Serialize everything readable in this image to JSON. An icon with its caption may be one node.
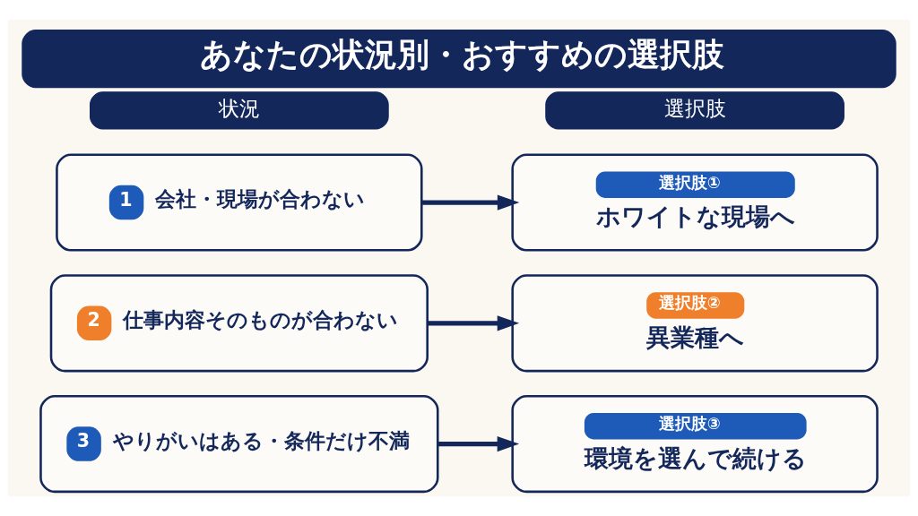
{
  "diagram": {
    "title": "あなたの状況別・おすすめの選択肢",
    "nodes": [
      {
        "text": [
          "状況"
        ]
      },
      {
        "text": [
          "選択肢"
        ]
      },
      {
        "text": [
          "1",
          "会社・現場が合わない"
        ]
      },
      {
        "text": [
          "選択肢①",
          "ホワイトな現場へ"
        ]
      },
      {
        "text": [
          "2",
          "仕事内容そのものが合わない"
        ]
      },
      {
        "text": [
          "選択肢②",
          "異業種へ"
        ]
      },
      {
        "text": [
          "3",
          "やりがいはある・条件だけ不満"
        ]
      },
      {
        "text": [
          "選択肢③",
          "環境を選んで続ける"
        ]
      }
    ],
    "edges": [
      {
        "from": 2,
        "to": 3,
        "arrow": "to"
      },
      {
        "from": 4,
        "to": 5,
        "arrow": "to"
      },
      {
        "from": 6,
        "to": 7,
        "arrow": "to"
      }
    ]
  }
}
